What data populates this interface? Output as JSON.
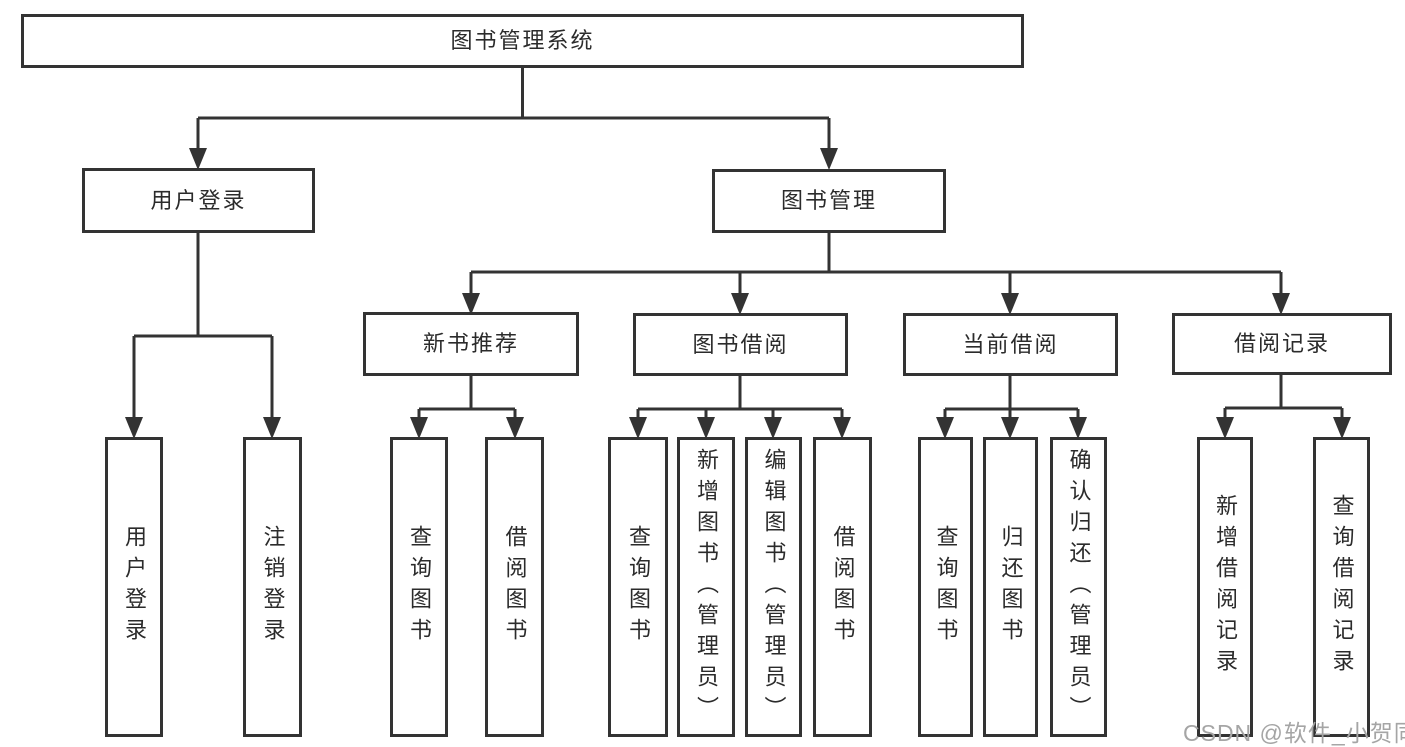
{
  "tree": {
    "root": "图书管理系统",
    "level2": [
      {
        "label": "用户登录",
        "children": [
          "用户登录",
          "注销登录"
        ]
      },
      {
        "label": "图书管理"
      }
    ],
    "level3": [
      {
        "label": "新书推荐",
        "children": [
          "查询图书",
          "借阅图书"
        ]
      },
      {
        "label": "图书借阅",
        "children": [
          "查询图书",
          "新增图书（管理员）",
          "编辑图书（管理员）",
          "借阅图书"
        ]
      },
      {
        "label": "当前借阅",
        "children": [
          "查询图书",
          "归还图书",
          "确认归还（管理员）"
        ]
      },
      {
        "label": "借阅记录",
        "children": [
          "新增借阅记录",
          "查询借阅记录"
        ]
      }
    ]
  },
  "colors": {
    "line": "#333333",
    "box_border": "#333333",
    "text": "#2b2b2b",
    "watermark": "#a5a5a5",
    "background": "#ffffff"
  },
  "watermark": "CSDN @软件_小贺同学"
}
